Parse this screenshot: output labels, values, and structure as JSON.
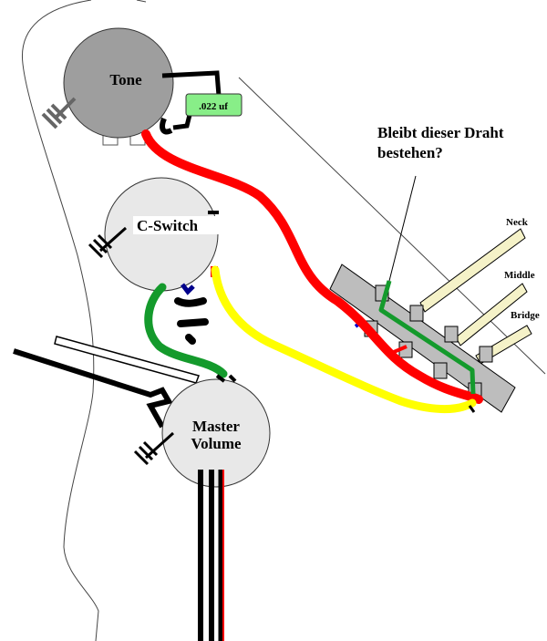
{
  "pots": {
    "tone": "Tone",
    "c_switch": "C-Switch",
    "master_line1": "Master",
    "master_line2": "Volume"
  },
  "capacitor": ".022 uf",
  "question": {
    "line1": "Bleibt dieser Draht",
    "line2": "bestehen?"
  },
  "pickups": {
    "neck": "Neck",
    "middle": "Middle",
    "bridge": "Bridge"
  },
  "colors": {
    "wire_red": "#ff0000",
    "wire_green": "#149a2c",
    "wire_yellow": "#ffff00",
    "wire_black": "#000000",
    "pot_fill": "#9e9e9e",
    "pot_light": "#e8e8e8",
    "cap_fill": "#88ee88",
    "lever_fill": "#f5f2c8"
  }
}
